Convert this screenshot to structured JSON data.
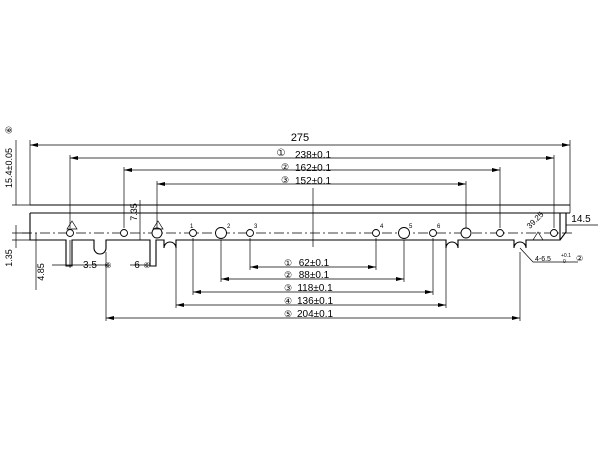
{
  "drawing": {
    "overall_length": "275",
    "top_dims": {
      "d1": "238±0.1",
      "d2": "162±0.1",
      "d3": "152±0.1"
    },
    "bottom_dims": {
      "d1": "62±0.1",
      "d2": "88±0.1",
      "d3": "118±0.1",
      "d4": "136±0.1",
      "d5": "204±0.1"
    },
    "left_dims": {
      "height": "15.4±0.05",
      "edge": "1.35",
      "slot_depth": "4.85",
      "hole_height": "7.35"
    },
    "small_dims": {
      "left_offset": "3.5",
      "slot_width": "6",
      "right_offset": "14.5",
      "right_hole": "39.25",
      "hole_spec": "4-6.5",
      "hole_tol_upper": "+0.1",
      "hole_tol_lower": "0"
    },
    "circle_marks": {
      "d1": "①",
      "d2": "②",
      "d3": "③",
      "d4": "④",
      "d5": "⑤",
      "d6": "⑥"
    },
    "triangle_marks": {
      "n1": "1",
      "n2": "2",
      "n3": "3",
      "n4": "4",
      "n5": "5",
      "n6": "6"
    }
  }
}
